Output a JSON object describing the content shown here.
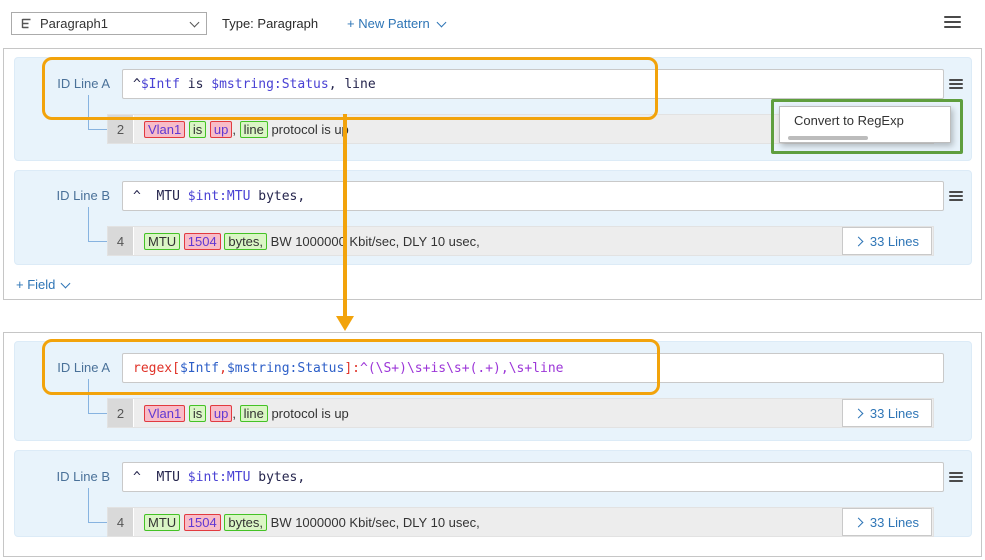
{
  "toolbar": {
    "pattern_select": "Paragraph1",
    "type_label": "Type: Paragraph",
    "new_pattern": "+ New Pattern"
  },
  "menu": {
    "convert_to_regexp": "Convert to RegExp"
  },
  "add_field": "+ Field",
  "colors": {
    "annotation_orange": "#F2A30B",
    "annotation_green": "#5F9E3E",
    "accent_blue": "#2E75B6",
    "panel_blue": "#E8F3FB"
  },
  "editor_top": {
    "line_a": {
      "label": "ID Line A",
      "tokens": [
        {
          "t": "^",
          "c": "lit"
        },
        {
          "t": "$Intf",
          "c": "var"
        },
        {
          "t": " is ",
          "c": "lit"
        },
        {
          "t": "$mstring:Status",
          "c": "var"
        },
        {
          "t": ", line",
          "c": "lit"
        }
      ]
    },
    "sample_2": {
      "num": "2",
      "tokens": [
        {
          "t": "Vlan1",
          "c": "pink"
        },
        {
          "t": " ",
          "c": "plain"
        },
        {
          "t": "is",
          "c": "green"
        },
        {
          "t": " ",
          "c": "plain"
        },
        {
          "t": "up",
          "c": "pink"
        },
        {
          "t": ", ",
          "c": "plain"
        },
        {
          "t": "line",
          "c": "green"
        },
        {
          "t": " protocol is up",
          "c": "plain"
        }
      ]
    },
    "line_b": {
      "label": "ID Line B",
      "tokens": [
        {
          "t": "^  MTU ",
          "c": "lit"
        },
        {
          "t": "$int:MTU",
          "c": "var"
        },
        {
          "t": " bytes,",
          "c": "lit"
        }
      ]
    },
    "sample_4": {
      "num": "4",
      "lines_button": "33 Lines",
      "tokens": [
        {
          "t": "MTU",
          "c": "green"
        },
        {
          "t": " ",
          "c": "plain"
        },
        {
          "t": "1504",
          "c": "pink"
        },
        {
          "t": " ",
          "c": "plain"
        },
        {
          "t": "bytes,",
          "c": "green"
        },
        {
          "t": " BW 1000000 Kbit/sec, DLY 10 usec,",
          "c": "plain"
        }
      ]
    }
  },
  "editor_bottom": {
    "line_a": {
      "label": "ID Line A",
      "tokens": [
        {
          "t": "regex[",
          "c": "red"
        },
        {
          "t": "$Intf",
          "c": "blue"
        },
        {
          "t": ",",
          "c": "red"
        },
        {
          "t": "$mstring:Status",
          "c": "blue"
        },
        {
          "t": "]:",
          "c": "red"
        },
        {
          "t": "^(\\S+)\\s+is\\s+(.+),\\s+line",
          "c": "purple"
        }
      ]
    },
    "sample_2": {
      "num": "2",
      "lines_button": "33 Lines",
      "tokens": [
        {
          "t": "Vlan1",
          "c": "pink"
        },
        {
          "t": " ",
          "c": "plain"
        },
        {
          "t": "is",
          "c": "green"
        },
        {
          "t": " ",
          "c": "plain"
        },
        {
          "t": "up",
          "c": "pink"
        },
        {
          "t": ", ",
          "c": "plain"
        },
        {
          "t": "line",
          "c": "green"
        },
        {
          "t": " protocol is up",
          "c": "plain"
        }
      ]
    },
    "line_b": {
      "label": "ID Line B",
      "tokens": [
        {
          "t": "^  MTU ",
          "c": "lit"
        },
        {
          "t": "$int:MTU",
          "c": "var"
        },
        {
          "t": " bytes,",
          "c": "lit"
        }
      ]
    },
    "sample_4": {
      "num": "4",
      "lines_button": "33 Lines",
      "tokens": [
        {
          "t": "MTU",
          "c": "green"
        },
        {
          "t": " ",
          "c": "plain"
        },
        {
          "t": "1504",
          "c": "pink"
        },
        {
          "t": " ",
          "c": "plain"
        },
        {
          "t": "bytes,",
          "c": "green"
        },
        {
          "t": " BW 1000000 Kbit/sec, DLY 10 usec,",
          "c": "plain"
        }
      ]
    }
  }
}
